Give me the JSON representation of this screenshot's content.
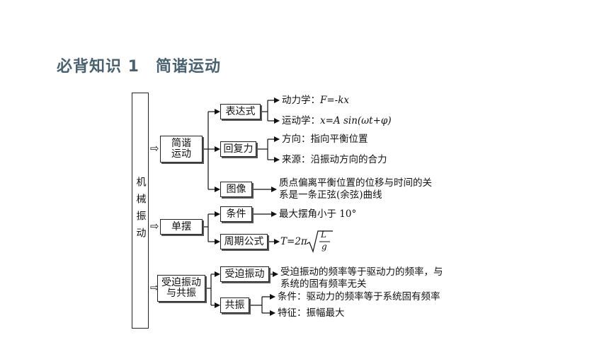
{
  "title": "必背知识 1　简谐运动",
  "root": "机械振动",
  "level1": {
    "jianxie": "简谐\n运动",
    "danbai": "单摆",
    "shoupo": "受迫振动\n与共振"
  },
  "level2": {
    "biaodashi": "表达式",
    "huifuli": "回复力",
    "tuxiang": "图像",
    "tiaojian": "条件",
    "zhouqi": "周期公式",
    "shoupozd": "受迫振动",
    "gongzhen": "共振"
  },
  "leaves": {
    "dongli_label": "动力学：",
    "dongli_formula": "F=-kx",
    "yundong_label": "运动学：",
    "yundong_formula": "x=A sin(ωt+φ)",
    "fangxiang": "方向：指向平衡位置",
    "laiyuan": "来源：沿振动方向的合力",
    "tuxiang_1": "质点偏离平衡位置的位移与时间的关",
    "tuxiang_2": "系是一条正弦(余弦)曲线",
    "tiaojian": "最大摆角小于 10°",
    "zhouqi_prefix": "T=2π",
    "zhouqi_num": "L",
    "zhouqi_den": "g",
    "shoupo_1": "受迫振动的频率等于驱动力的频率，与",
    "shoupo_2": "系统的固有频率无关",
    "gz_tiaojian": "条件：驱动力的频率等于系统固有频率",
    "gz_tezheng": "特征：振幅最大"
  }
}
